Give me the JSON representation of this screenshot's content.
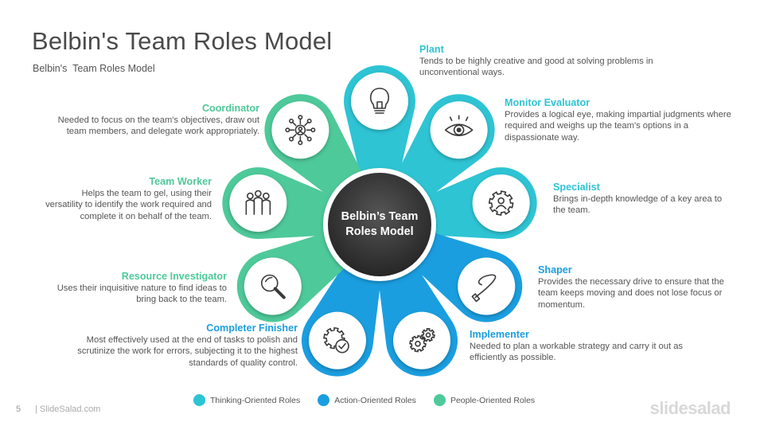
{
  "title": "Belbin's Team Roles Model",
  "subtitle": "Belbin's  Team Roles Model",
  "center_label": "Belbin’s Team Roles Model",
  "colors": {
    "thinking": "#2ec4d4",
    "action": "#1a9ee0",
    "people": "#4ec99a",
    "center": "#3a3a3a"
  },
  "roles": [
    {
      "name": "Plant",
      "group": "thinking",
      "icon": "lightbulb-icon",
      "desc": "Tends to be highly creative and good at solving problems in unconventional ways."
    },
    {
      "name": "Monitor Evaluator",
      "group": "thinking",
      "icon": "eye-icon",
      "desc": "Provides a logical eye, making impartial judgments where required and weighs up the team's options in a dispassionate way."
    },
    {
      "name": "Specialist",
      "group": "thinking",
      "icon": "gear-person-icon",
      "desc": "Brings in-depth knowledge of a key area to the team."
    },
    {
      "name": "Shaper",
      "group": "action",
      "icon": "whip-icon",
      "desc": "Provides the necessary  drive to ensure that the team keeps moving and does not lose focus or momentum."
    },
    {
      "name": "Implementer",
      "group": "action",
      "icon": "gears-icon",
      "desc": "Needed to plan a workable strategy and carry it out as efficiently as possible."
    },
    {
      "name": "Completer Finisher",
      "group": "action",
      "icon": "gear-check-icon",
      "desc": "Most effectively  used at the end of tasks to polish and scrutinize the work for errors, subjecting it to the highest standards of quality control."
    },
    {
      "name": "Resource Investigator",
      "group": "people",
      "icon": "magnifier-icon",
      "desc": "Uses their inquisitive nature to find ideas to bring back to the team."
    },
    {
      "name": "Team Worker",
      "group": "people",
      "icon": "team-icon",
      "desc": "Helps the team to gel, using their versatility to identify the work required and complete  it on behalf of the team."
    },
    {
      "name": "Coordinator",
      "group": "people",
      "icon": "network-icon",
      "desc": "Needed to focus on the team's objectives, draw out team members, and delegate work appropriately."
    }
  ],
  "legend": [
    {
      "label": "Thinking-Oriented Roles",
      "group": "thinking"
    },
    {
      "label": "Action-Oriented Roles",
      "group": "action"
    },
    {
      "label": "People-Oriented Roles",
      "group": "people"
    }
  ],
  "footer": {
    "page": "5",
    "site": "| SlideSalad.com",
    "brand": "slidesalad"
  }
}
